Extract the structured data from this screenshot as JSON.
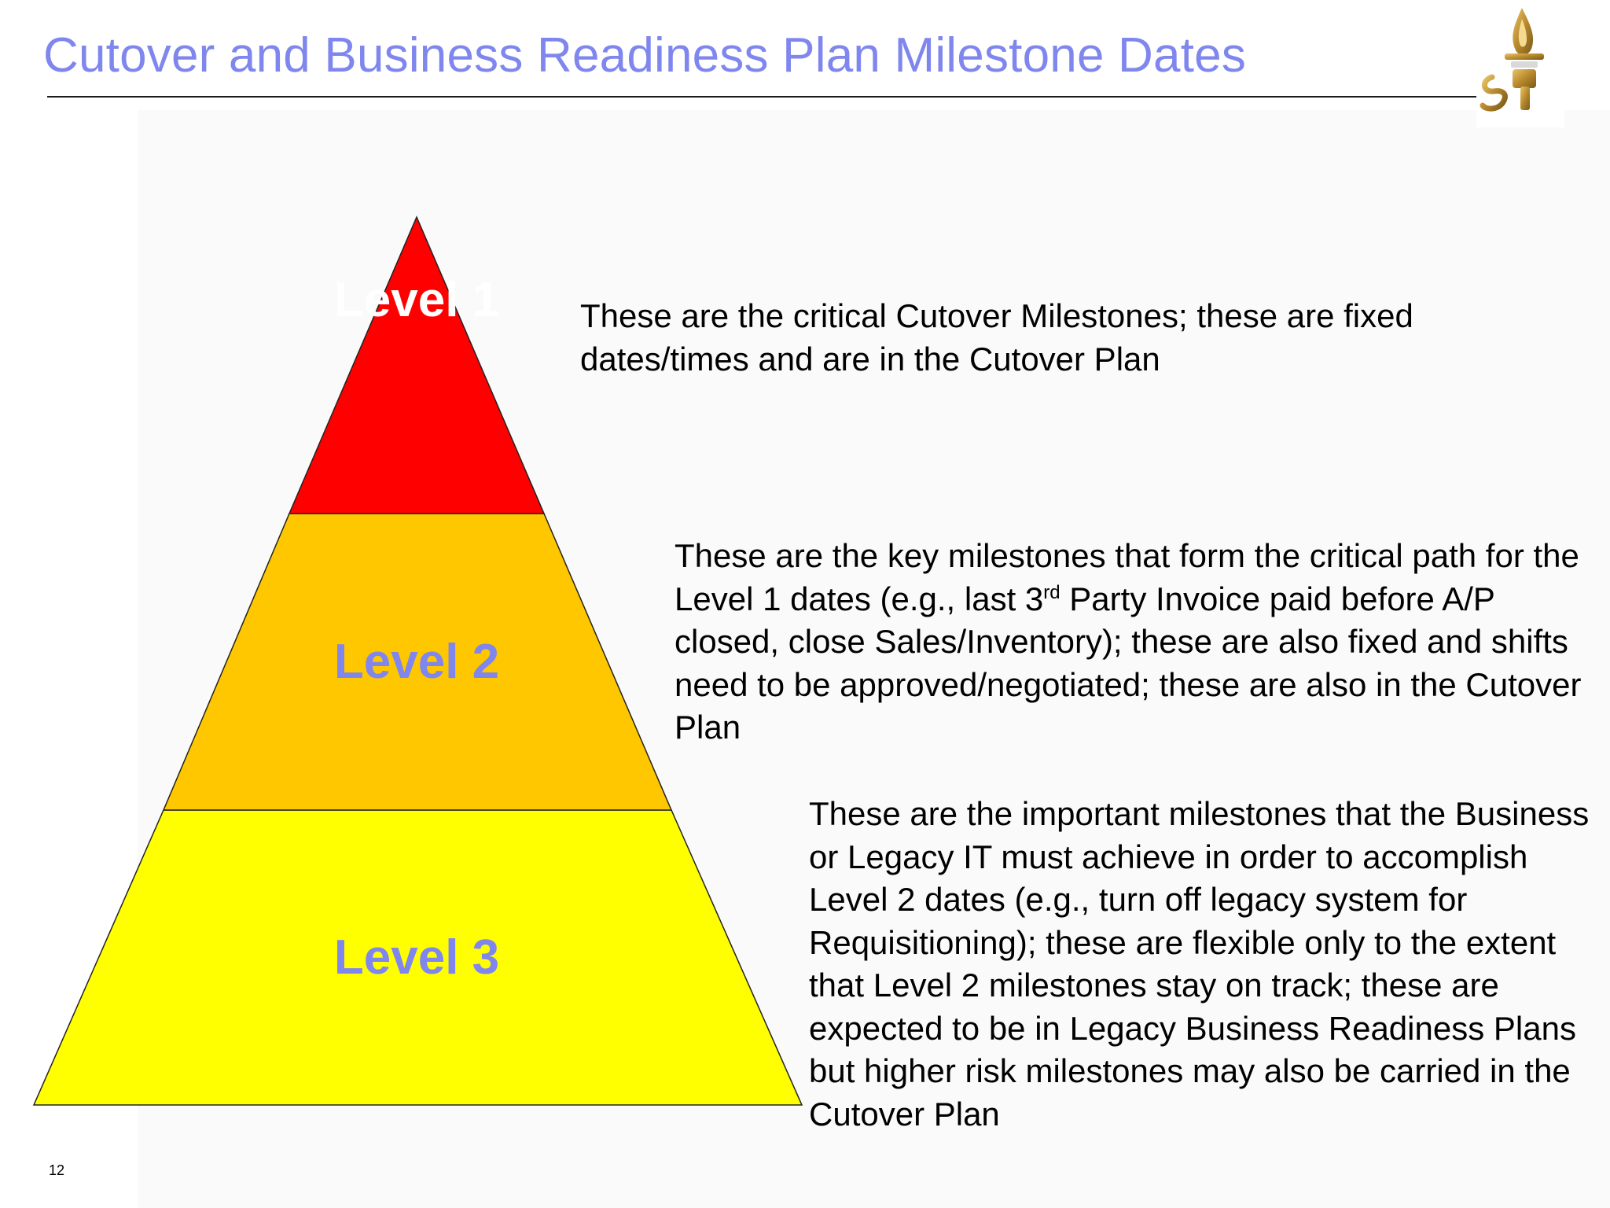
{
  "title": "Cutover and Business Readiness Plan Milestone Dates",
  "colors": {
    "title": "#7f86ee",
    "level1_fill": "#ff0000",
    "level2_fill": "#ffc700",
    "level3_fill": "#ffff00",
    "label_color": "#7f86ee"
  },
  "pyramid": {
    "level1": {
      "label": "Level 1"
    },
    "level2": {
      "label": "Level 2"
    },
    "level3": {
      "label": "Level 3"
    }
  },
  "descriptions": {
    "level1": "These are the critical Cutover Milestones; these are fixed dates/times and are in the Cutover Plan",
    "level2": {
      "part1": "These are the key milestones that form the critical path for the Level 1 dates (e.g., last 3",
      "sup": "rd",
      "part2": " Party Invoice paid before A/P closed, close Sales/Inventory); these are also fixed and shifts need to be approved/negotiated; these are also in the Cutover Plan"
    },
    "level3": "These are the important milestones that the Business or Legacy IT must achieve in order to accomplish Level 2 dates (e.g., turn off  legacy system for Requisitioning); these are flexible only to the extent that Level 2 milestones stay on track; these are expected to be in Legacy Business Readiness Plans but higher risk milestones may also be carried in the Cutover Plan"
  },
  "logo": {
    "icon": "torch-logo-icon"
  },
  "page_number": "12"
}
